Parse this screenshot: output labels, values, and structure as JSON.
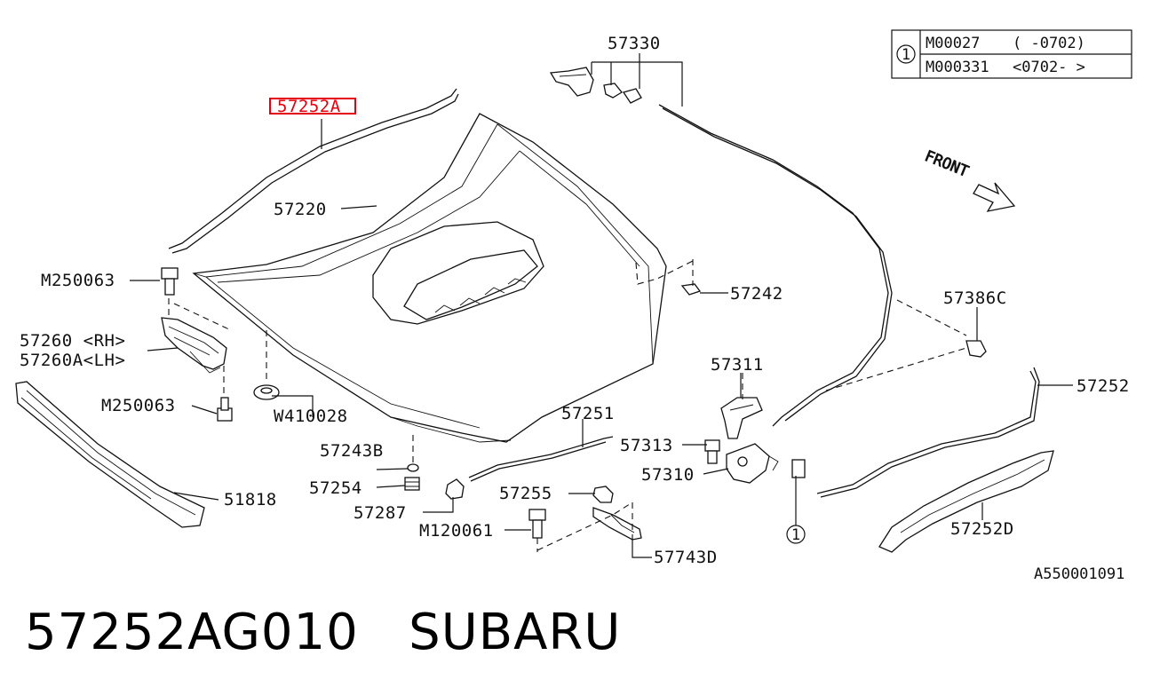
{
  "title": {
    "part_number": "57252AG010",
    "brand": "SUBARU"
  },
  "figure_code": "A550001091",
  "front_marker": "FRONT",
  "highlight_color": "#e3000f",
  "callouts": {
    "c57252A": "57252A",
    "c57220": "57220",
    "cM250063a": "M250063",
    "c57260": "57260 <RH>",
    "c57260A": "57260A<LH>",
    "cM250063b": "M250063",
    "c51818": "51818",
    "cW410028": "W410028",
    "c57243B": "57243B",
    "c57254": "57254",
    "c57287": "57287",
    "cM120061": "M120061",
    "c57255": "57255",
    "c57743D": "57743D",
    "c57251": "57251",
    "c57330": "57330",
    "c57242": "57242",
    "c57386C": "57386C",
    "c57311": "57311",
    "c57313": "57313",
    "c57310": "57310",
    "c57252": "57252",
    "c57252D": "57252D",
    "ref_circle": "1"
  },
  "legend": {
    "marker": "1",
    "rows": [
      {
        "code": "M00027",
        "range": "(    -0702)"
      },
      {
        "code": "M000331",
        "range": "<0702-    >"
      }
    ]
  }
}
